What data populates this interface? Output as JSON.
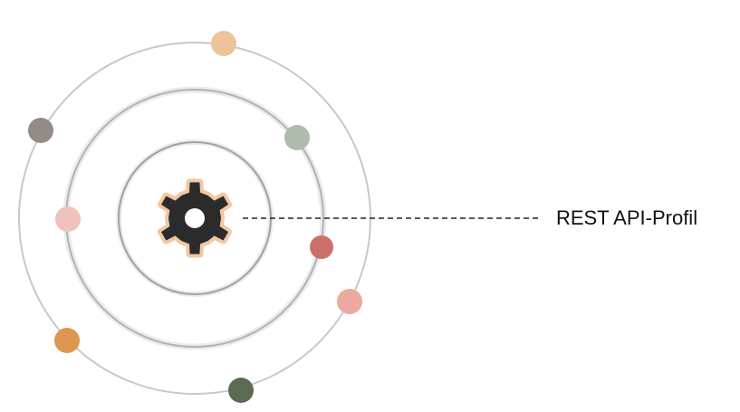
{
  "label": "REST API-Profil",
  "center_icon": "gear-icon",
  "colors": {
    "ring": "#c8c8c8",
    "ring_inner": "#a8a8a8",
    "gear": "#2b2b2b",
    "gear_glow": "#f2c7a1",
    "connector": "#222222",
    "text": "#111111"
  },
  "nodes": [
    {
      "name": "node-peach",
      "color": "#efc39a"
    },
    {
      "name": "node-taupe",
      "color": "#948a86"
    },
    {
      "name": "node-sage",
      "color": "#afbbad"
    },
    {
      "name": "node-blush",
      "color": "#f1c2bd"
    },
    {
      "name": "node-brick",
      "color": "#cd7069"
    },
    {
      "name": "node-salmon",
      "color": "#eca9a1"
    },
    {
      "name": "node-amber",
      "color": "#dc9650"
    },
    {
      "name": "node-forest",
      "color": "#5b6b53"
    }
  ]
}
